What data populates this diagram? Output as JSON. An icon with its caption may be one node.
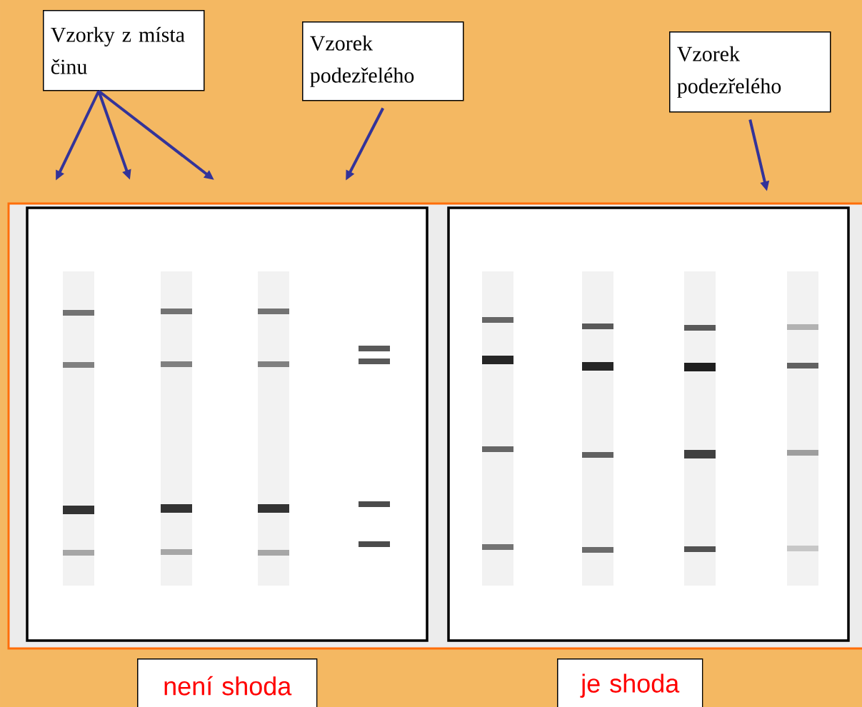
{
  "diagram": {
    "nodes": [
      {
        "text": [
          "Vzorky z místa činu"
        ]
      },
      {
        "text": [
          "Vzorek podezřelého"
        ]
      },
      {
        "text": [
          "Vzorek podezřelého"
        ]
      },
      {
        "text": [
          "není shoda"
        ]
      },
      {
        "text": [
          "je shoda"
        ]
      }
    ],
    "edges": [
      {
        "from": 0,
        "to": null,
        "arrow": "to"
      },
      {
        "from": 0,
        "to": null,
        "arrow": "to"
      },
      {
        "from": 0,
        "to": null,
        "arrow": "to"
      },
      {
        "from": 1,
        "to": null,
        "arrow": "to"
      },
      {
        "from": 2,
        "to": null,
        "arrow": "to"
      }
    ]
  }
}
